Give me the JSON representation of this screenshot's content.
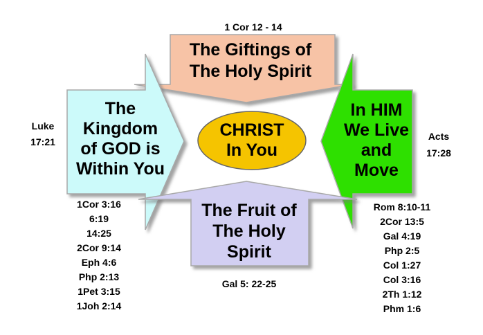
{
  "center": {
    "lines": [
      "CHRIST",
      "In You"
    ]
  },
  "top_arrow": {
    "lines": [
      "The Giftings of",
      "The Holy Spirit"
    ],
    "reference": "1 Cor 12 - 14"
  },
  "left_arrow": {
    "lines": [
      "The",
      "Kingdom",
      "of GOD is",
      "Within You"
    ],
    "reference": [
      "Luke",
      "17:21"
    ]
  },
  "right_arrow": {
    "lines": [
      "In HIM",
      "We Live",
      "and",
      "Move"
    ],
    "reference": [
      "Acts",
      "17:28"
    ]
  },
  "bottom_arrow": {
    "lines": [
      "The Fruit of",
      "The Holy",
      "Spirit"
    ],
    "reference": "Gal 5: 22-25"
  },
  "left_refs": [
    "1Cor 3:16",
    "6:19",
    "14:25",
    "2Cor 9:14",
    "Eph 4:6",
    "Php 2:13",
    "1Pet 3:15",
    "1Joh 2:14"
  ],
  "right_refs": [
    "Rom 8:10-11",
    "2Cor 13:5",
    "Gal 4:19",
    "Php 2:5",
    "Col 1:27",
    "Col 3:16",
    "2Th 1:12",
    "Phm 1:6"
  ],
  "colors": {
    "top_arrow": "#f7c3a6",
    "left_arrow": "#ccfafa",
    "right_arrow": "#2fe000",
    "bottom_arrow": "#d2cff2",
    "center": "#f5c400",
    "outline": "#a8a8a8"
  }
}
